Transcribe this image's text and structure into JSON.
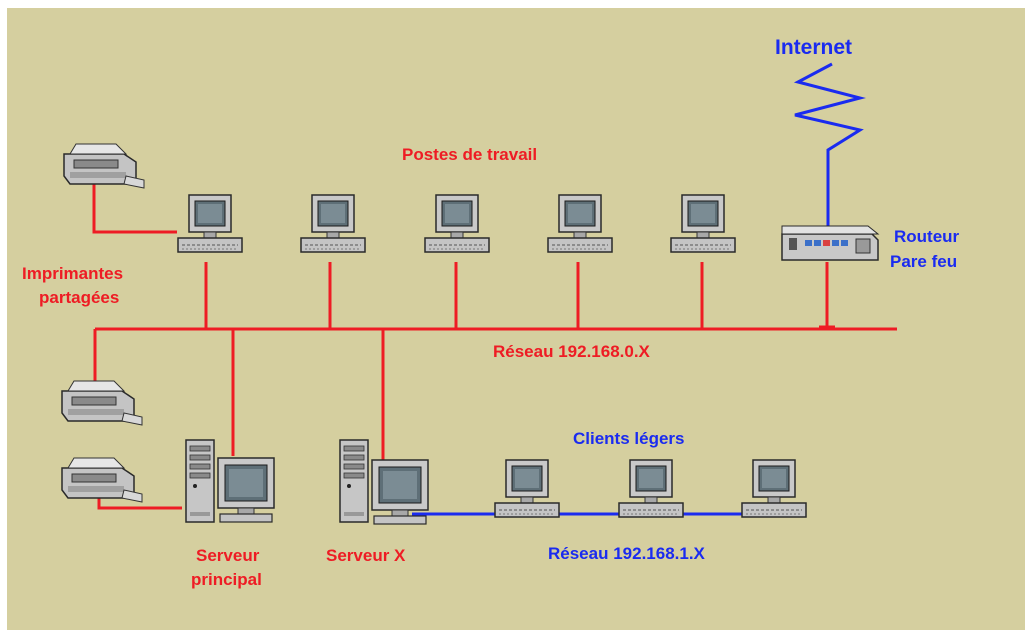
{
  "diagram": {
    "labels": {
      "internet": "Internet",
      "workstations": "Postes de travail",
      "router_line1": "Routeur",
      "router_line2": "Pare feu",
      "printers_line1": "Imprimantes",
      "printers_line2": "partagées",
      "lan": "Réseau 192.168.0.X",
      "thin_clients": "Clients légers",
      "main_server_line1": "Serveur",
      "main_server_line2": "principal",
      "x_server": "Serveur X",
      "thin_lan": "Réseau 192.168.1.X"
    },
    "colors": {
      "background": "#d5cf9f",
      "red_link": "#ee1c24",
      "blue_link": "#1a2bf0",
      "device_body": "#c8c8c8",
      "screen": "#5e6f77"
    },
    "icons": [
      "printer-icon",
      "workstation-icon",
      "router-icon",
      "server-tower-icon",
      "thin-client-icon"
    ]
  }
}
